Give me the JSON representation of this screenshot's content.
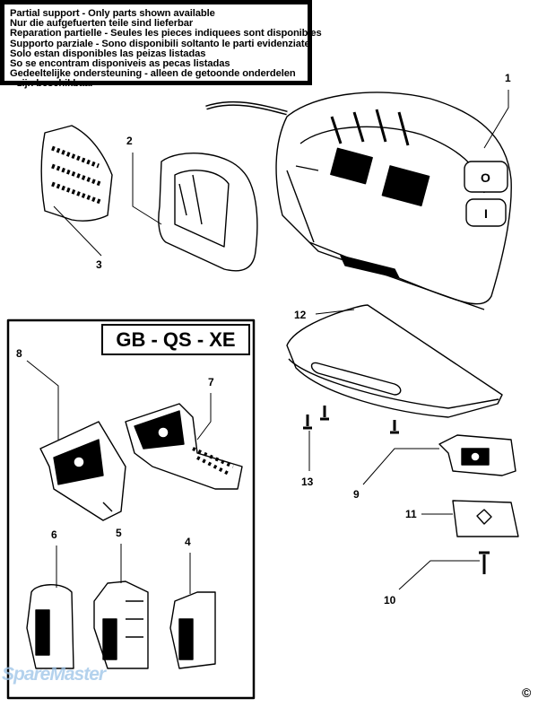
{
  "notice": {
    "lines": [
      "Partial support - Only parts shown available",
      "Nur die aufgefuerten teile sind lieferbar",
      "Reparation partielle - Seules les pieces indiquees sont disponibles",
      "Supporto parziale - Sono disponibili soltanto le parti evidenziate",
      "Solo estan disponibles las peizas listadas",
      "So se encontram disponiveis as pecas listadas",
      "Gedeeltelijke ondersteuning - alleen de getoonde onderdelen",
      "zijn beschikbaar"
    ]
  },
  "region_code": "GB - QS - XE",
  "callouts": {
    "p1": "1",
    "p2": "2",
    "p3": "3",
    "p4": "4",
    "p5": "5",
    "p6": "6",
    "p7": "7",
    "p8": "8",
    "p9": "9",
    "p10": "10",
    "p11": "11",
    "p12": "12",
    "p13": "13"
  },
  "watermark": "SpareMaster",
  "copyright": "©"
}
